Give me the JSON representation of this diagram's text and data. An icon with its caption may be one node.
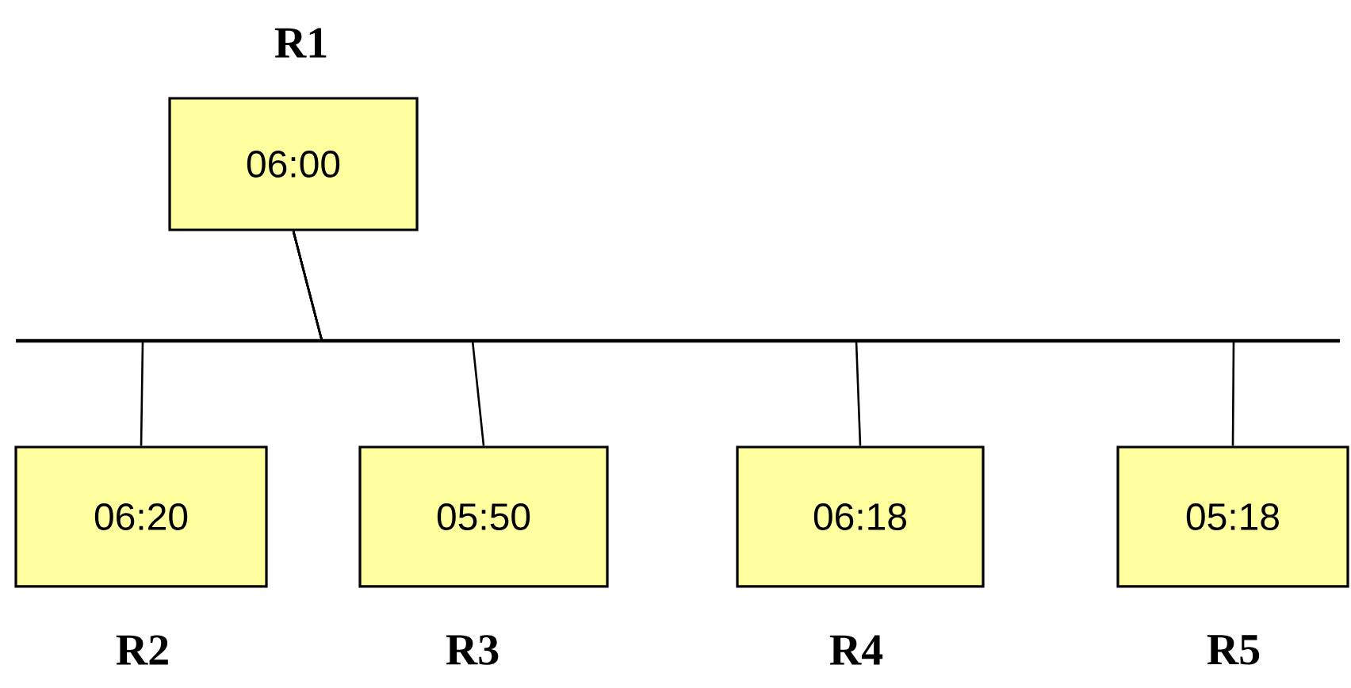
{
  "diagram": {
    "nodes": [
      {
        "text": [
          "R1",
          "06:00"
        ]
      },
      {
        "text": [
          "06:20",
          "R2"
        ]
      },
      {
        "text": [
          "05:50",
          "R3"
        ]
      },
      {
        "text": [
          "06:18",
          "R4"
        ]
      },
      {
        "text": [
          "05:18",
          "R5"
        ]
      }
    ],
    "edges": [
      {
        "from": 0,
        "to": 1,
        "arrow": "none"
      },
      {
        "from": 0,
        "to": 2,
        "arrow": "none"
      },
      {
        "from": 0,
        "to": 3,
        "arrow": "none"
      },
      {
        "from": 0,
        "to": 4,
        "arrow": "none"
      }
    ]
  }
}
